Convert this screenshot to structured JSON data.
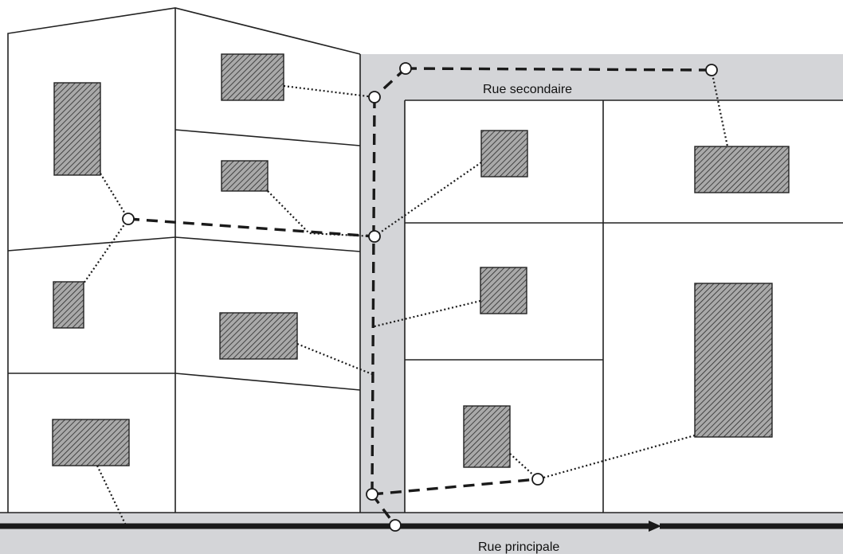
{
  "labels": {
    "secondary_street": "Rue secondaire",
    "main_street": "Rue principale"
  },
  "colors": {
    "lot_line": "#222222",
    "road_fill": "#d4d5d8",
    "building_fill": "#a9a9a9",
    "hatch": "#2a2a2a",
    "main_pipe": "#1a1a1a",
    "network_line": "#1a1a1a",
    "node_fill": "#ffffff"
  },
  "legend_semantics": {
    "dashed_line": "network",
    "dotted_line": "connection",
    "circle": "node",
    "hatched_rectangle": "building"
  }
}
